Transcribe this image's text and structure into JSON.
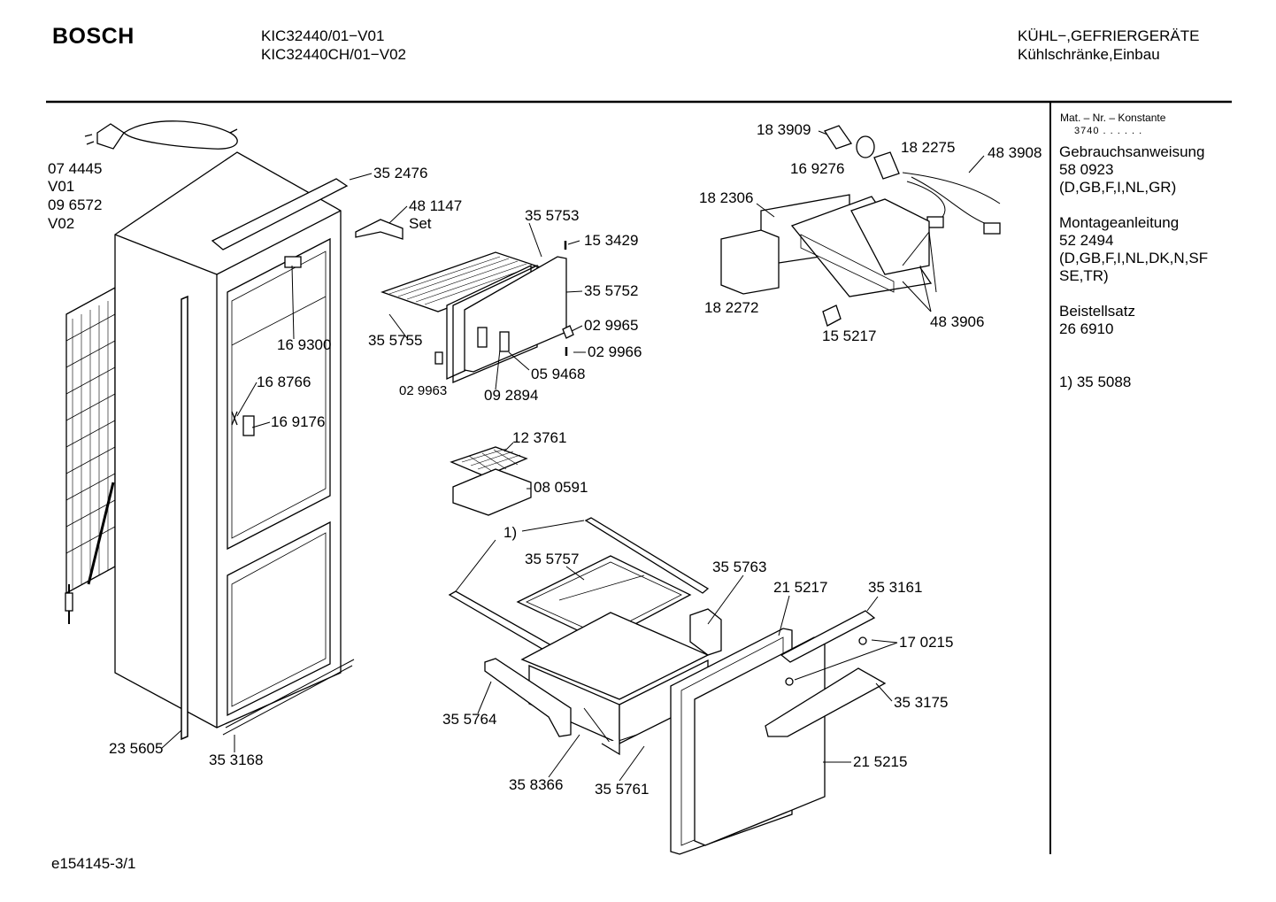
{
  "header": {
    "brand": "BOSCH",
    "model_line1": "KIC32440/01−V01",
    "model_line2": "KIC32440CH/01−V02",
    "category_line1": "KÜHL−,GEFRIERGERÄTE",
    "category_line2": "Kühlschränke,Einbau"
  },
  "parts": {
    "p074445": "07 4445",
    "v01": "V01",
    "p096572": "09 6572",
    "v02": "V02",
    "p352476": "35 2476",
    "p481147": "48 1147",
    "set": "Set",
    "p355753": "35 5753",
    "p153429": "15 3429",
    "p355752": "35 5752",
    "p029965": "02 9965",
    "p029966": "02 9966",
    "p355755": "35 5755",
    "p029963": "02 9963",
    "p092894": "09 2894",
    "p059468": "05 9468",
    "p169300": "16 9300",
    "p168766": "16 8766",
    "p169176": "16 9176",
    "p183909": "18 3909",
    "p182275": "18 2275",
    "p483908": "48 3908",
    "p169276": "16 9276",
    "p182306": "18 2306",
    "p182272": "18 2272",
    "p155217": "15 5217",
    "p483906": "48 3906",
    "p123761": "12 3761",
    "p080591": "08 0591",
    "note1": "1)",
    "p355757": "35 5757",
    "p355763": "35 5763",
    "p215217": "21 5217",
    "p353161": "35 3161",
    "p170215": "17 0215",
    "p353175": "35 3175",
    "p355764": "35 5764",
    "p215215": "21 5215",
    "p358366": "35 8366",
    "p355761": "35 5761",
    "p235605": "23 5605",
    "p353168": "35 3168"
  },
  "sidebar": {
    "constant_label": "Mat. – Nr. – Konstante",
    "constant_value": "3740 . . . . . .",
    "manual_title": "Gebrauchsanweisung",
    "manual_number": "58 0923",
    "manual_langs": "(D,GB,F,I,NL,GR)",
    "assembly_title": "Montageanleitung",
    "assembly_number": "52 2494",
    "assembly_langs1": "(D,GB,F,I,NL,DK,N,SF",
    "assembly_langs2": "SE,TR)",
    "kit_title": "Beistellsatz",
    "kit_number": "26 6910",
    "footnote": "1) 35 5088"
  },
  "footer": {
    "drawing_id": "e154145-3/1"
  }
}
